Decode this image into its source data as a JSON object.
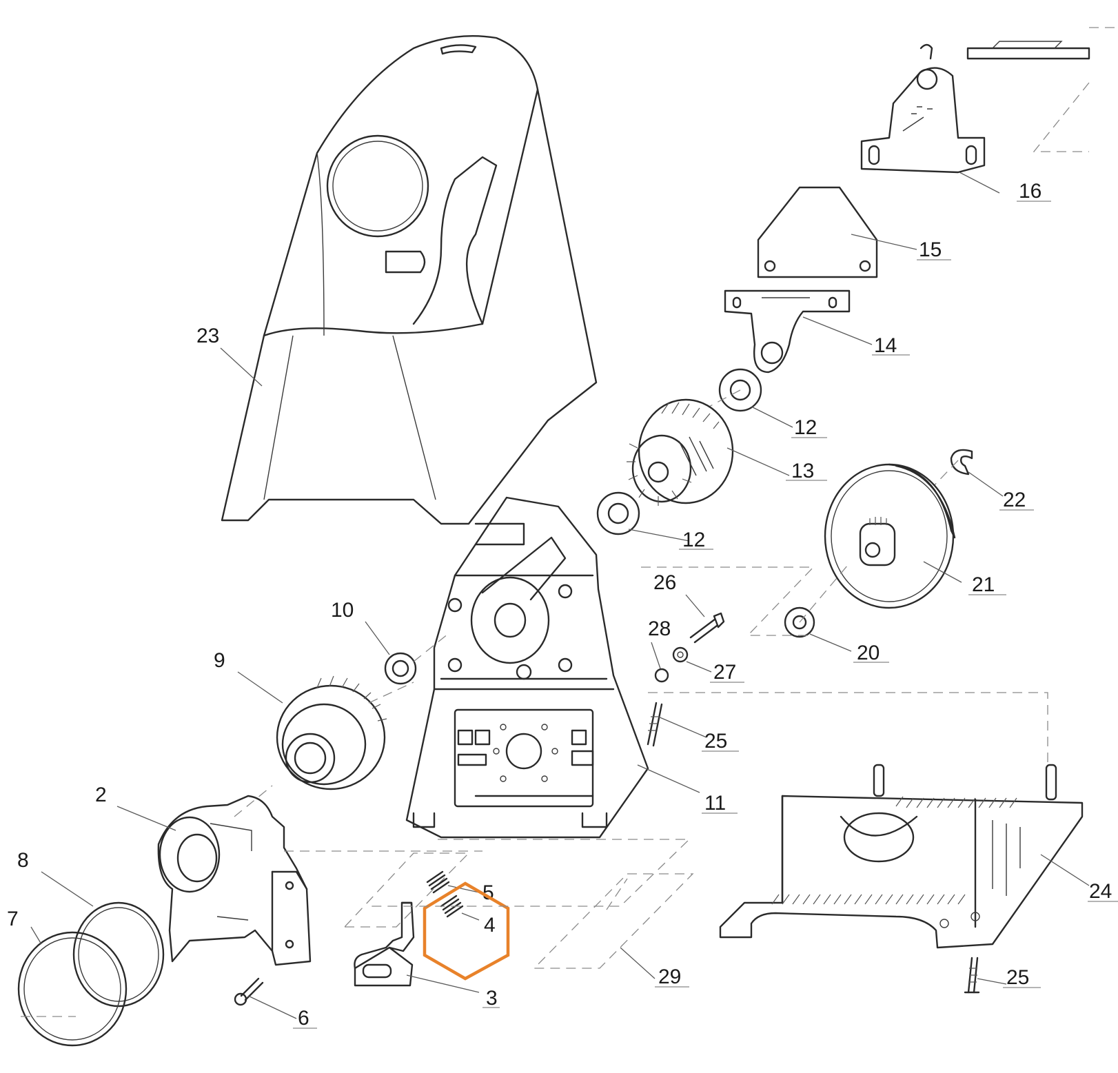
{
  "labels": {
    "p2": "2",
    "p3": "3",
    "p4": "4",
    "p5": "5",
    "p6": "6",
    "p7": "7",
    "p8": "8",
    "p9": "9",
    "p10": "10",
    "p11": "11",
    "p12a": "12",
    "p12b": "12",
    "p13": "13",
    "p14": "14",
    "p15": "15",
    "p16": "16",
    "p20": "20",
    "p21": "21",
    "p22": "22",
    "p23": "23",
    "p24": "24",
    "p25a": "25",
    "p25b": "25",
    "p26": "26",
    "p27": "27",
    "p28": "28",
    "p29": "29"
  },
  "highlight": {
    "part": "4",
    "color": "#E8822A"
  }
}
